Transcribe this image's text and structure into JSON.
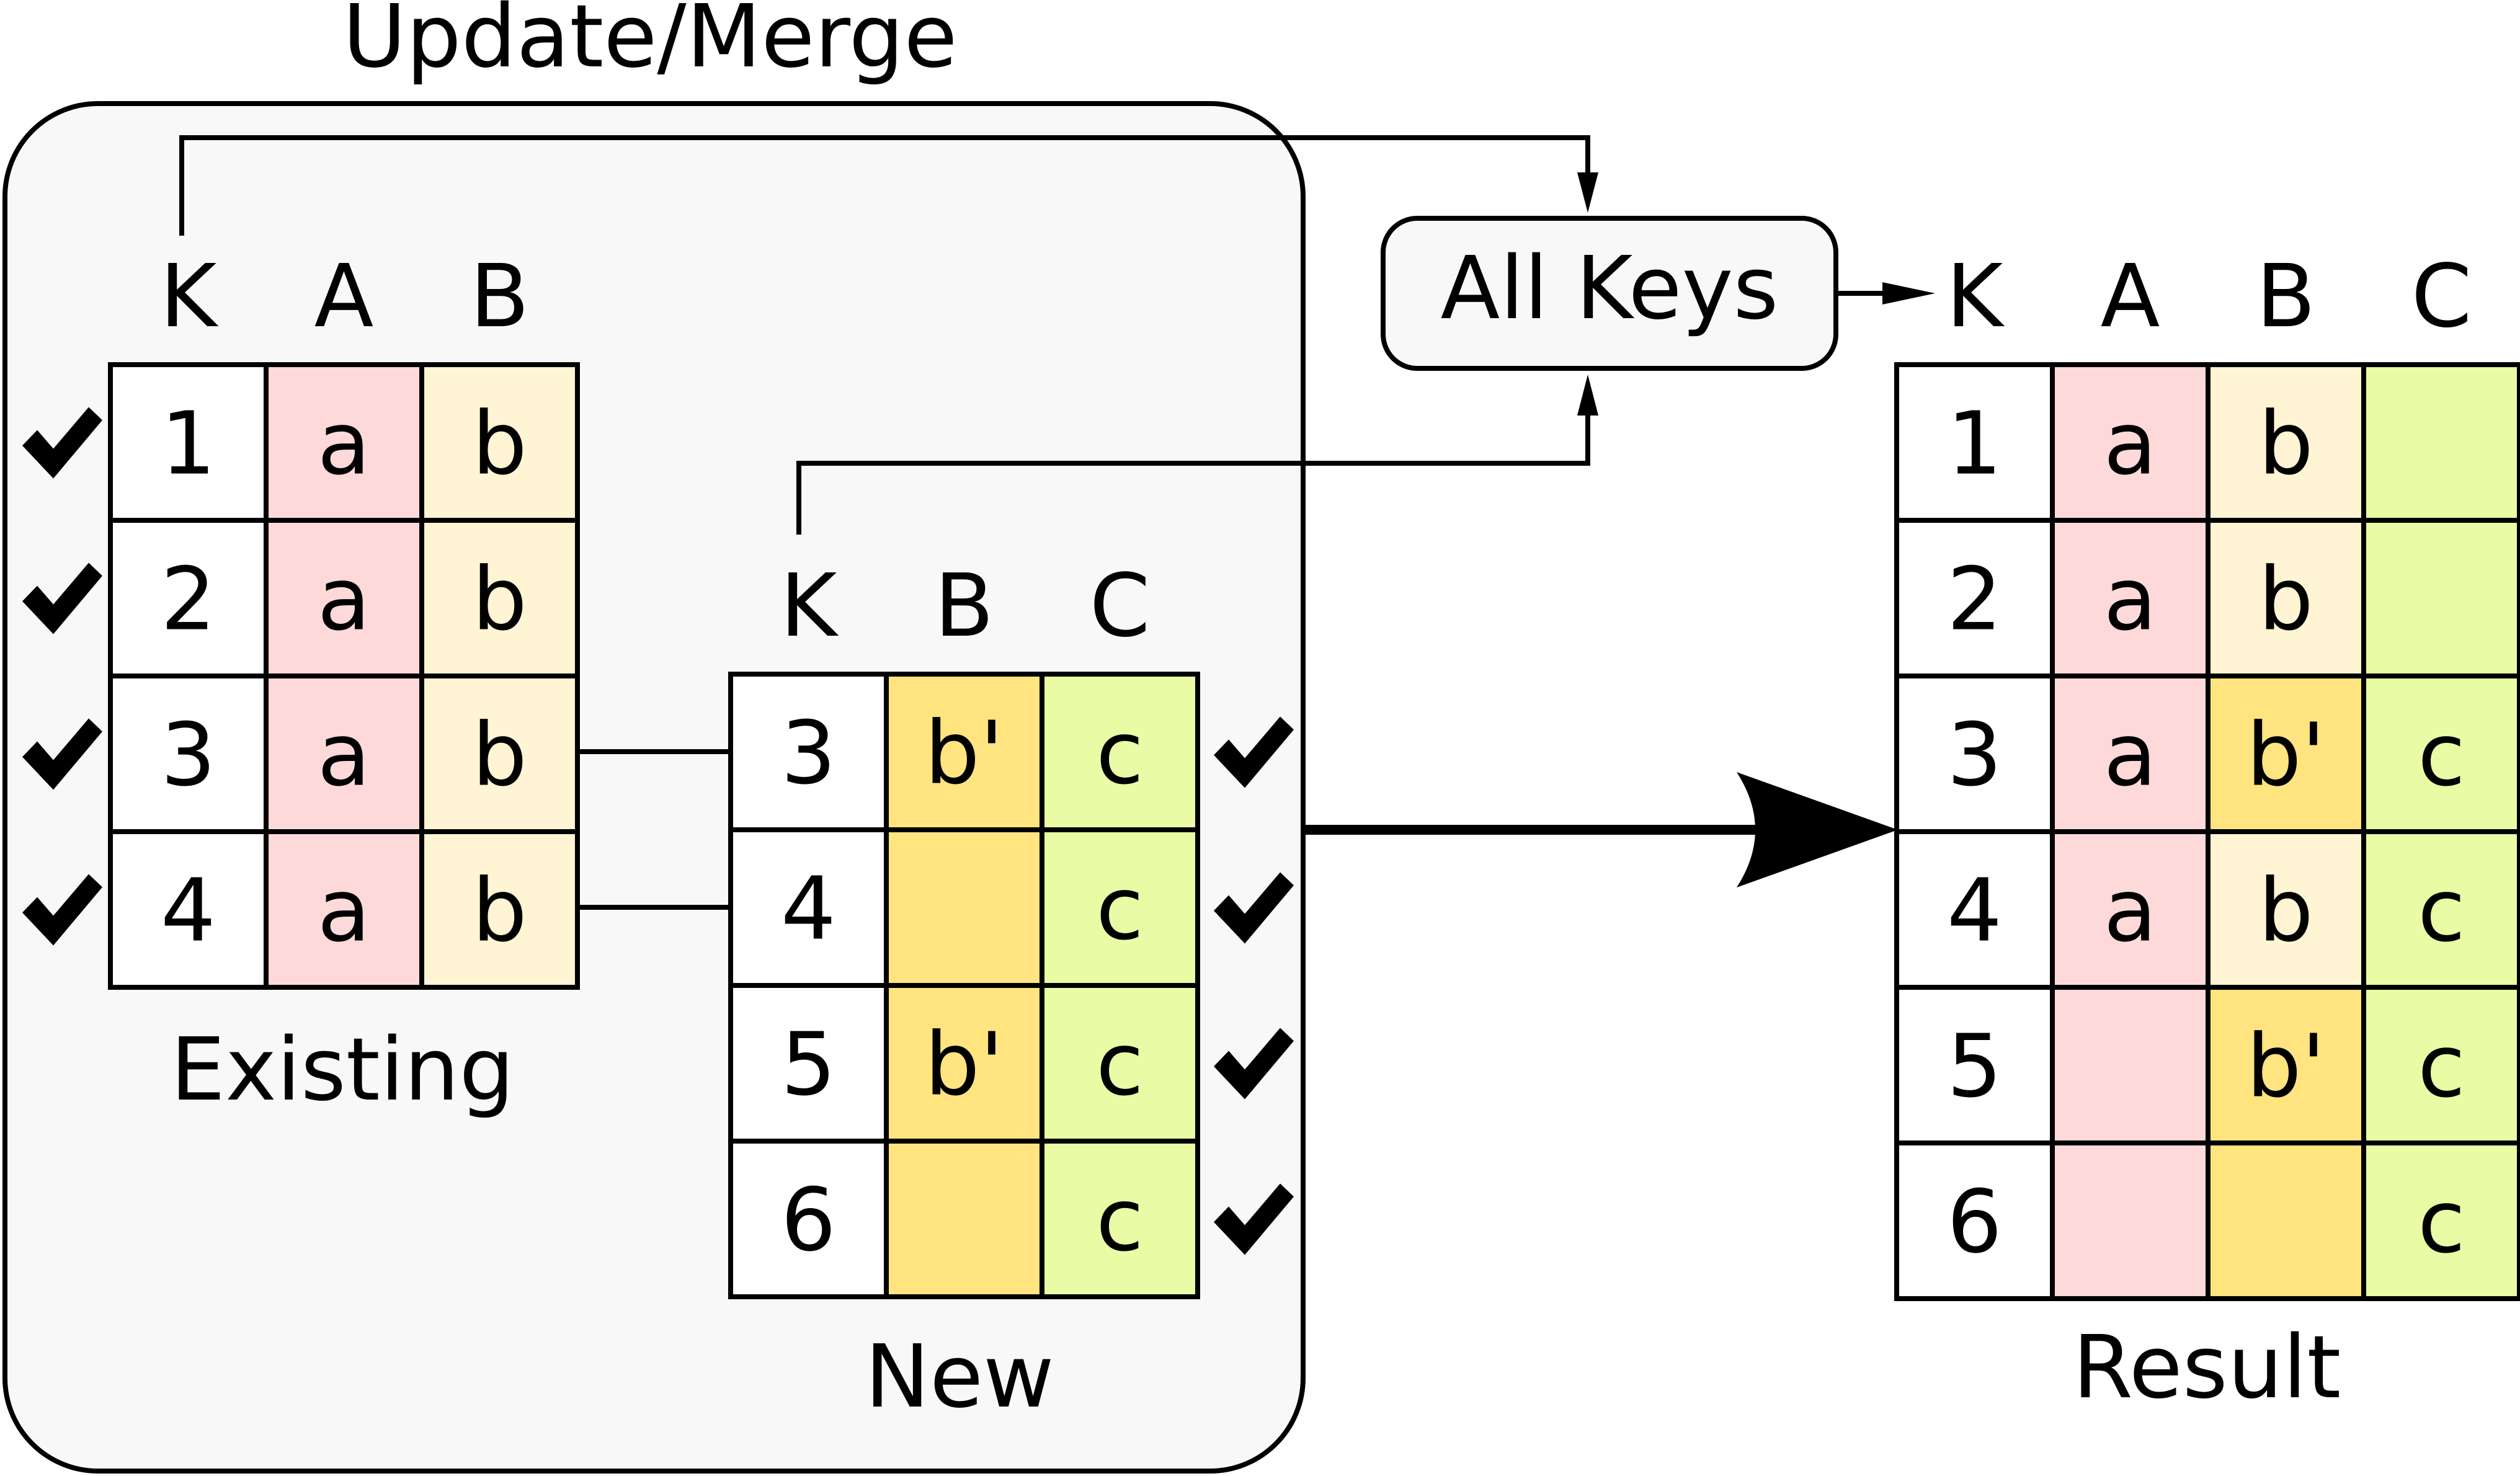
{
  "title": "Update/Merge",
  "all_keys_label": "All Keys",
  "colors": {
    "key_cell": "#ffffff",
    "col_A": "#fdd9d9",
    "col_B": "#fff4d3",
    "col_B_new": "#ffe480",
    "col_C": "#e9fba4",
    "panel_fill": "#f8f8f8",
    "line": "#000000"
  },
  "existing": {
    "label": "Existing",
    "headers": [
      "K",
      "A",
      "B"
    ],
    "rows": [
      {
        "K": "1",
        "A": "a",
        "B": "b",
        "checked": true
      },
      {
        "K": "2",
        "A": "a",
        "B": "b",
        "checked": true
      },
      {
        "K": "3",
        "A": "a",
        "B": "b",
        "checked": true
      },
      {
        "K": "4",
        "A": "a",
        "B": "b",
        "checked": true
      }
    ]
  },
  "new": {
    "label": "New",
    "headers": [
      "K",
      "B",
      "C"
    ],
    "rows": [
      {
        "K": "3",
        "B": "b'",
        "C": "c",
        "checked": true
      },
      {
        "K": "4",
        "B": "",
        "C": "c",
        "checked": true
      },
      {
        "K": "5",
        "B": "b'",
        "C": "c",
        "checked": true
      },
      {
        "K": "6",
        "B": "",
        "C": "c",
        "checked": true
      }
    ]
  },
  "result": {
    "label": "Result",
    "headers": [
      "K",
      "A",
      "B",
      "C"
    ],
    "rows": [
      {
        "K": "1",
        "A": "a",
        "B": "b",
        "C": "",
        "b_source": "existing"
      },
      {
        "K": "2",
        "A": "a",
        "B": "b",
        "C": "",
        "b_source": "existing"
      },
      {
        "K": "3",
        "A": "a",
        "B": "b'",
        "C": "c",
        "b_source": "new"
      },
      {
        "K": "4",
        "A": "a",
        "B": "b",
        "C": "c",
        "b_source": "existing"
      },
      {
        "K": "5",
        "A": "",
        "B": "b'",
        "C": "c",
        "b_source": "new"
      },
      {
        "K": "6",
        "A": "",
        "B": "",
        "C": "c",
        "b_source": "new"
      }
    ]
  },
  "check_icon": "check-mark-icon"
}
